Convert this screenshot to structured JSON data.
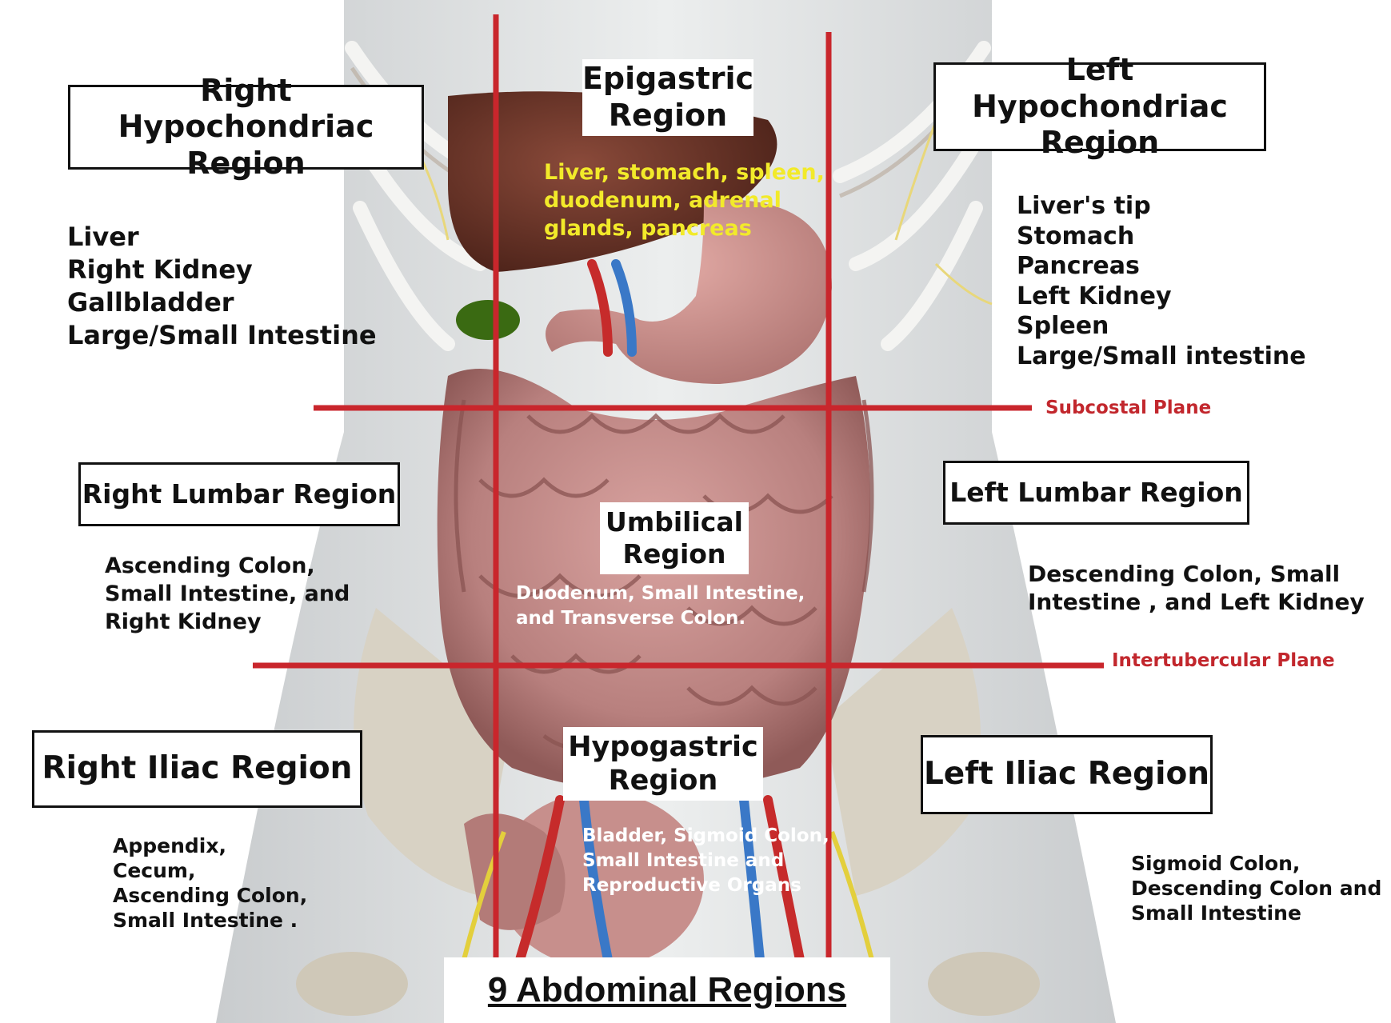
{
  "title": "9 Abdominal Regions",
  "colors": {
    "plane_line": "#c9262c",
    "plane_label": "#c2272d",
    "epigastric_organs_text": "#f2ea2a",
    "central_organs_text": "#ffffff",
    "body_background": "#dfe1e3",
    "intestine": "#c48a88"
  },
  "planes": {
    "subcostal": "Subcostal Plane",
    "intertubercular": "Intertubercular Plane"
  },
  "regions": {
    "right_hypochondriac": {
      "label": "Right Hypochondriac\nRegion",
      "organs": "Liver\nRight Kidney\nGallbladder\nLarge/Small Intestine"
    },
    "epigastric": {
      "label": "Epigastric\nRegion",
      "organs": "Liver, stomach, spleen,\nduodenum, adrenal\nglands, pancreas"
    },
    "left_hypochondriac": {
      "label": "Left Hypochondriac\nRegion",
      "organs": "Liver's tip\nStomach\nPancreas\nLeft Kidney\nSpleen\nLarge/Small intestine"
    },
    "right_lumbar": {
      "label": "Right Lumbar Region",
      "organs": "Ascending Colon,\nSmall Intestine, and\nRight Kidney"
    },
    "umbilical": {
      "label": "Umbilical\nRegion",
      "organs": "Duodenum, Small Intestine,\nand Transverse Colon."
    },
    "left_lumbar": {
      "label": "Left Lumbar Region",
      "organs": "Descending Colon, Small\nIntestine ,  and Left Kidney"
    },
    "right_iliac": {
      "label": "Right Iliac Region",
      "organs": "Appendix,\nCecum,\nAscending Colon,\nSmall Intestine  ."
    },
    "hypogastric": {
      "label": "Hypogastric\nRegion",
      "organs": "Bladder, Sigmoid Colon,\nSmall Intestine    and\nReproductive Organs"
    },
    "left_iliac": {
      "label": "Left Iliac Region",
      "organs": "Sigmoid Colon,\nDescending Colon and\nSmall Intestine"
    }
  }
}
